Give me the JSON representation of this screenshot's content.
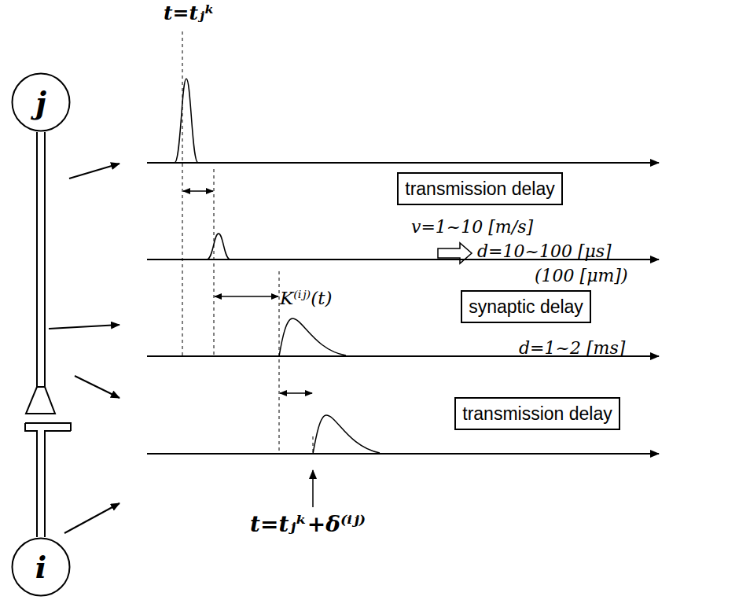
{
  "diagram": {
    "nodes": [
      {
        "text": [
          "j"
        ]
      },
      {
        "text": [
          "transmission delay"
        ]
      },
      {
        "text": [
          "synaptic delay"
        ]
      },
      {
        "text": [
          "transmission delay"
        ]
      },
      {
        "text": [
          "i"
        ]
      }
    ],
    "labels": [
      "t=tⱼᵏ",
      "v=1~10 [m/s]",
      "d=10~100 [μs]",
      "(100 [μm])",
      "K⁽ⁱʲ⁾(t)",
      "d=1~2 [ms]",
      "t=tⱼᵏ+δ⁽ⁱʲ⁾"
    ]
  }
}
